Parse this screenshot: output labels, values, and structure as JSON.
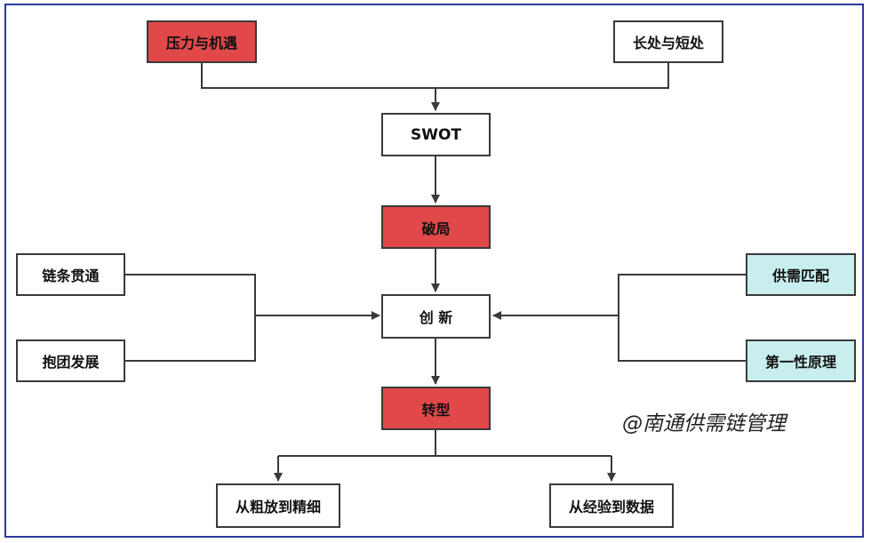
{
  "diagram": {
    "nodes": {
      "pressure": "压力与机遇",
      "strengths": "长处与短处",
      "swot": "SWOT",
      "breakthrough": "破局",
      "chain": "链条贯通",
      "cluster": "抱团发展",
      "innovation": "创 新",
      "supply_demand": "供需匹配",
      "first_principle": "第一性原理",
      "transformation": "转型",
      "refine": "从粗放到精细",
      "data": "从经验到数据"
    },
    "colors": {
      "highlight_red": "#e0484a",
      "highlight_cyan": "#c9eeee",
      "line": "#3a3a3a",
      "frame": "#2b3a9e"
    }
  },
  "watermark": "@南通供需链管理"
}
